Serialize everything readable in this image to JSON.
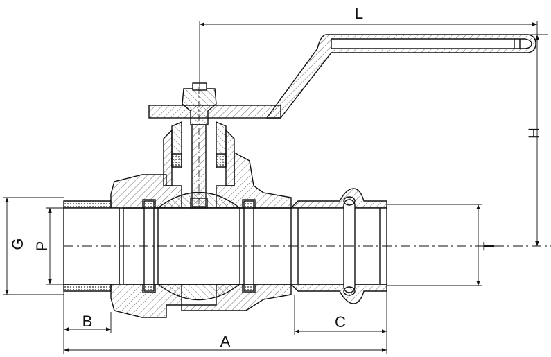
{
  "dimensions": {
    "L": "L",
    "H": "H",
    "G": "G",
    "P": "P",
    "T": "T",
    "B": "B",
    "A": "A",
    "C": "C"
  },
  "colors": {
    "line": "#111111",
    "hatch": "#444444",
    "background": "#ffffff"
  }
}
